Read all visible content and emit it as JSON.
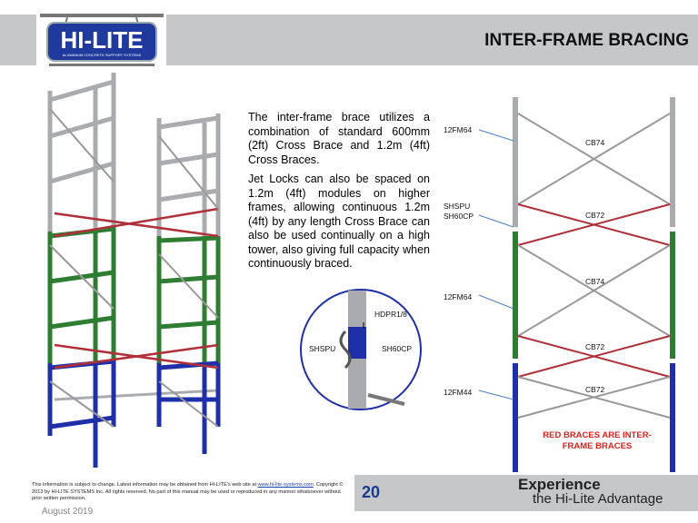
{
  "header": {
    "title": "INTER-FRAME BRACING",
    "logo_text": "HI-LITE",
    "logo_subtext": "ALUMINIUM CONCRETE SUPPORT SYSTEMS"
  },
  "body": {
    "paragraph1": "The inter-frame brace utilizes a combination of standard 600mm (2ft) Cross Brace and 1.2m (4ft) Cross Braces.",
    "paragraph2": "Jet Locks can also be spaced on 1.2m (4ft) modules on higher frames, allowing continuous 1.2m (4ft) by any length Cross Brace can also be used continually on a high tower, also giving full capacity when continuously braced."
  },
  "detail": {
    "hdpr": "HDPR1/8",
    "shspu": "SHSPU",
    "sh60cp": "SH60CP"
  },
  "diagram": {
    "left_labels": [
      "12FM64",
      "SHSPU",
      "SH60CP",
      "12FM64",
      "12FM44"
    ],
    "brace_labels": [
      "CB74",
      "CB72",
      "CB74",
      "CB72",
      "CB72"
    ],
    "note": "RED BRACES ARE INTER-FRAME BRACES"
  },
  "footer": {
    "disclaimer_pre": "This information is subject to change.  Latest information may be obtained from HI-LITE's web site at ",
    "link": "www.hi-lite-systems.com",
    "disclaimer_post": ". Copyright © 2013 by HI-LITE SYSTEMS Inc.  All rights reserved.  No part of this manual may be used or reproduced in any manner whatsoever without prior written permission.",
    "page_number": "20",
    "tagline1": "Experience",
    "tagline2": "the Hi-Lite Advantage",
    "date": "August 2019"
  },
  "colors": {
    "gray": "#a9abae",
    "green": "#2e7d32",
    "blue": "#1f2fa8",
    "red": "#b0303a",
    "band": "#c5c7c9"
  }
}
